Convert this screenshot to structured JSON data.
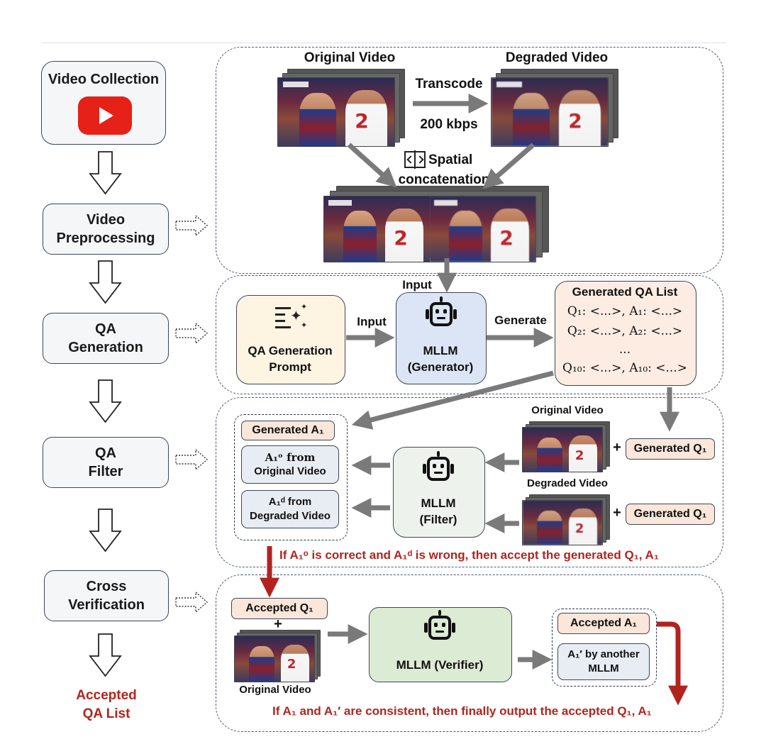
{
  "stages": {
    "video_collection": "Video Collection",
    "video_preprocessing": [
      "Video",
      "Preprocessing"
    ],
    "qa_generation": [
      "QA",
      "Generation"
    ],
    "qa_filter": [
      "QA",
      "Filter"
    ],
    "cross_verification": [
      "Cross",
      "Verification"
    ],
    "final_output": [
      "Accepted",
      "QA List"
    ]
  },
  "preprocessing": {
    "original_video": "Original Video",
    "degraded_video": "Degraded Video",
    "transcode": "Transcode",
    "bitrate": "200 kbps",
    "spatial": "Spatial",
    "concatenation": "concatenation"
  },
  "generation": {
    "input_top": "Input",
    "prompt": [
      "QA Generation",
      "Prompt"
    ],
    "input_arrow": "Input",
    "mllm": [
      "MLLM",
      "(Generator)"
    ],
    "generate": "Generate",
    "qa_list_title": "Generated QA List",
    "qa_rows": [
      "Q₁: <...>, A₁: <...>",
      "Q₂: <...>, A₂: <...>",
      "...",
      "Q₁₀: <...>, A₁₀: <...>"
    ]
  },
  "filter": {
    "generated_a1": "Generated A₁",
    "a1o": "A₁ᵒ from",
    "a1o_src": "Original Video",
    "a1d": "A₁ᵈ from",
    "a1d_src": "Degraded Video",
    "mllm": [
      "MLLM",
      "(Filter)"
    ],
    "original_video": "Original Video",
    "degraded_video": "Degraded Video",
    "plus": "+",
    "generated_q1": "Generated Q₁",
    "rule": "If A₁ᵒ is correct and A₁ᵈ is wrong, then accept the generated Q₁, A₁"
  },
  "verification": {
    "accepted_q1": "Accepted Q₁",
    "plus": "+",
    "original_video": "Original Video",
    "mllm": "MLLM (Verifier)",
    "accepted_a1": "Accepted A₁",
    "a1prime": "A₁′ by another",
    "a1prime_2": "MLLM",
    "rule": "If A₁ and A₁′ are consistent, then finally output the accepted Q₁, A₁"
  },
  "colors": {
    "accent_red": "#b3231e",
    "arrow_gray": "#7a7a7a",
    "youtube_red": "#e62117"
  }
}
